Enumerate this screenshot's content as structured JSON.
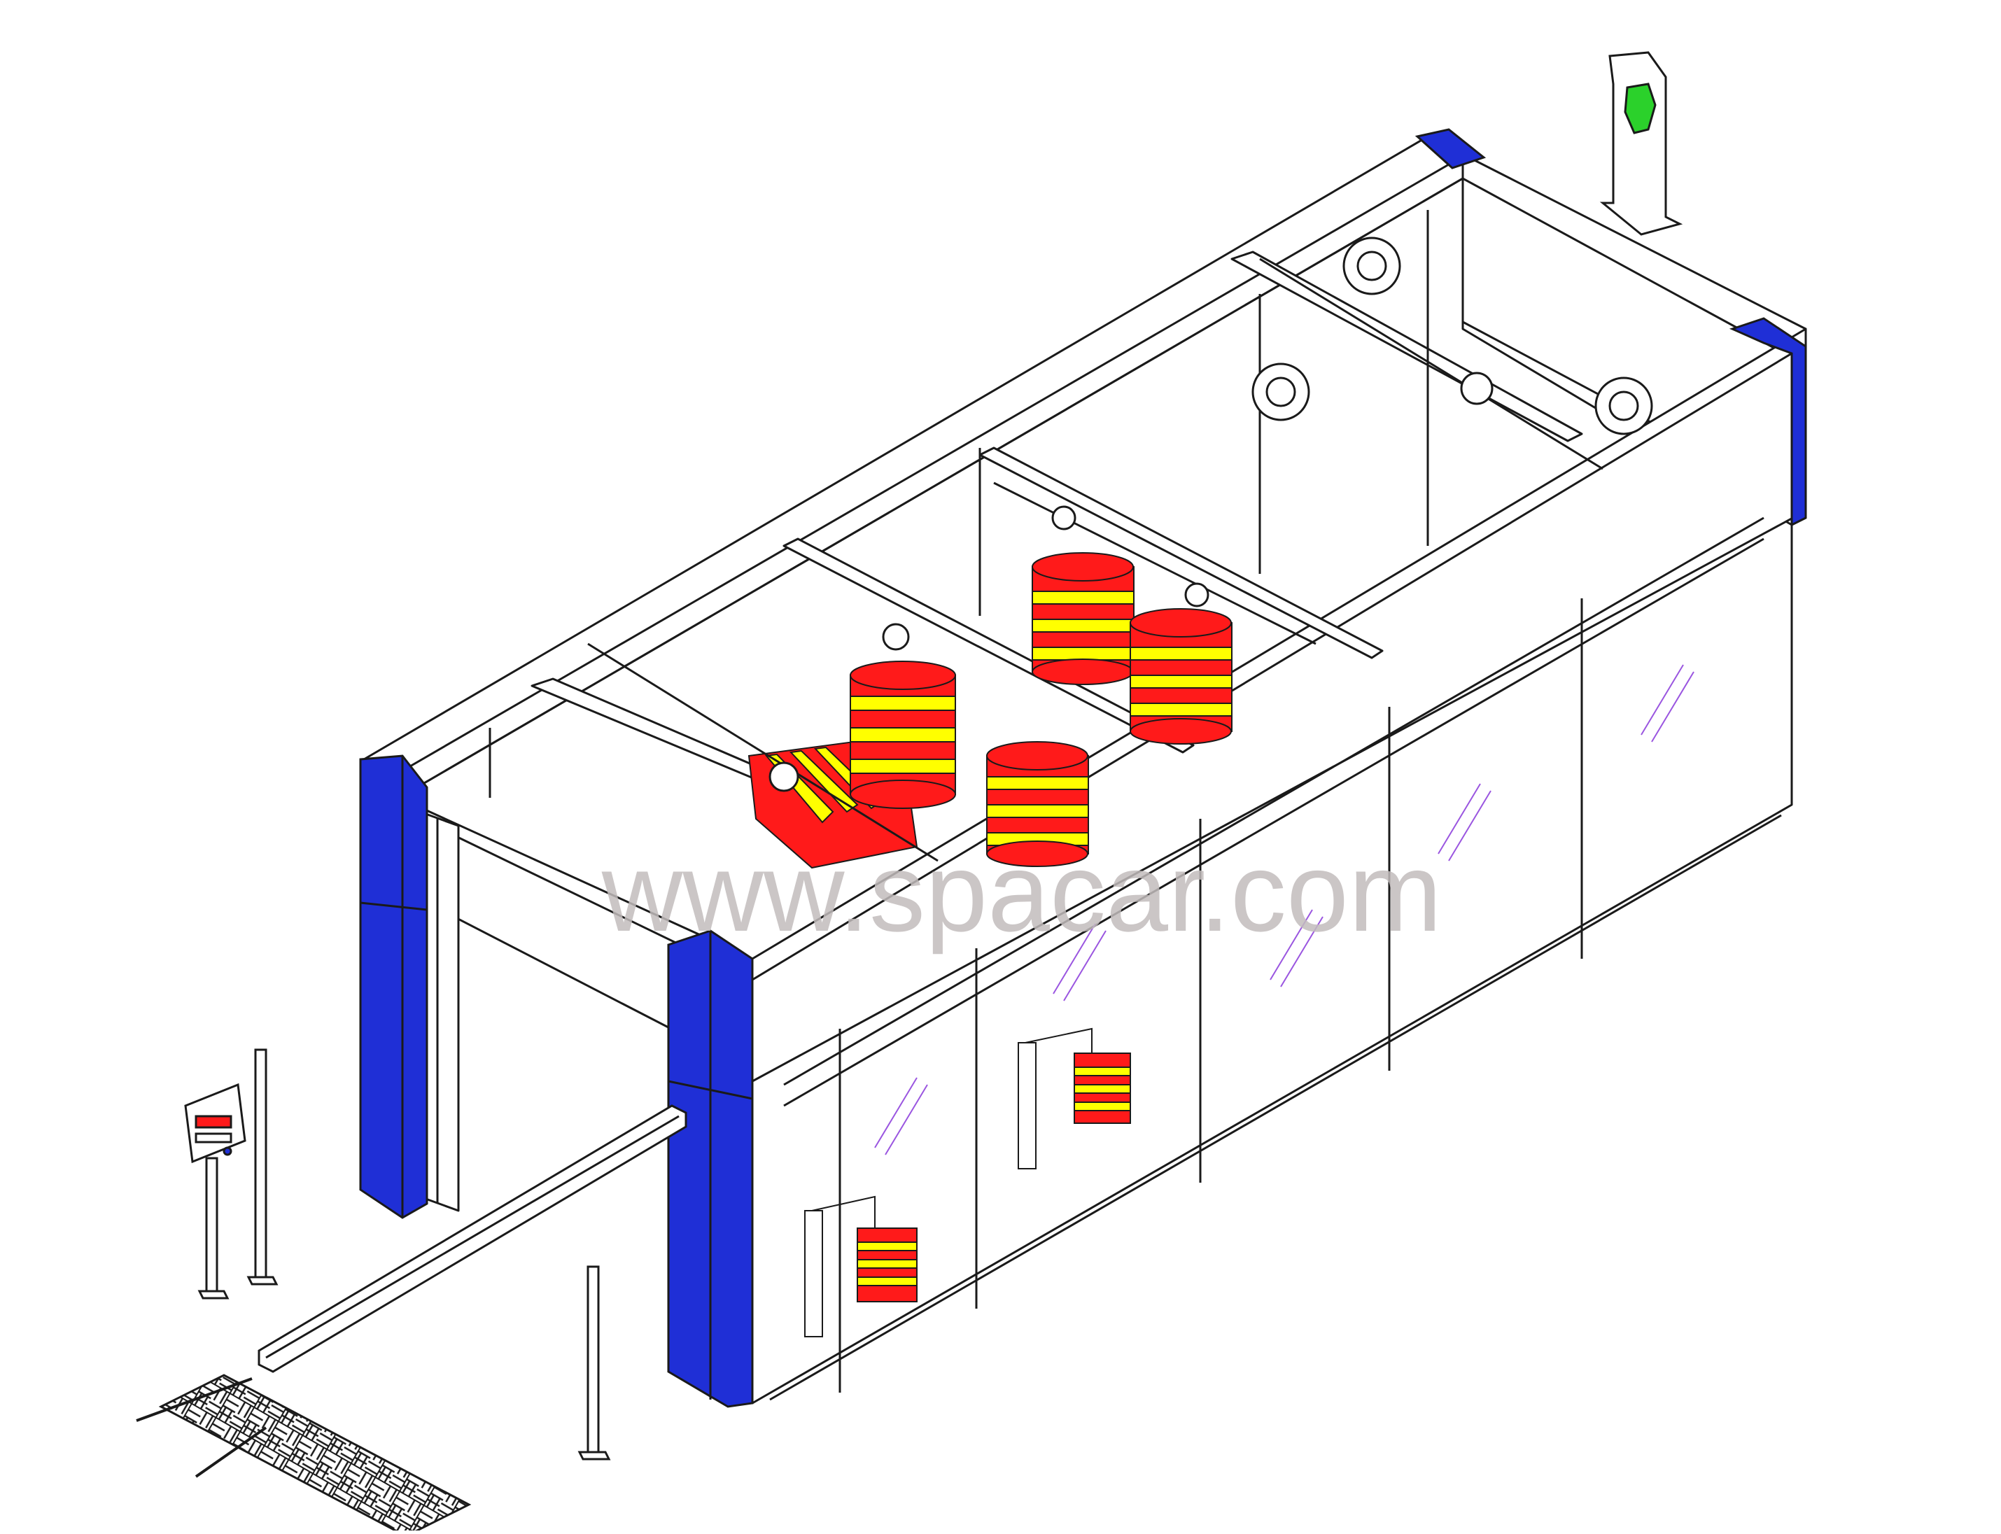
{
  "diagram": {
    "watermark": "www.spacar.com",
    "colors": {
      "background": "#ffffff",
      "line": "#1a1a1a",
      "frame_fill": "#ffffff",
      "blue_cap": "#1f2fd6",
      "brush_red": "#ff1a1a",
      "brush_yellow": "#ffff00",
      "glass_hatch": "#9a55e0",
      "watermark": "#c2bcbc",
      "grid_mat": "#1a1a1a",
      "sensor_green": "#2bd12b"
    },
    "components": [
      {
        "id": "gantry-frame",
        "icon": "truss-icon"
      },
      {
        "id": "top-brushes",
        "icon": "brush-icon"
      },
      {
        "id": "side-brushes",
        "icon": "brush-icon"
      },
      {
        "id": "glass-wall",
        "icon": "glass-panel-icon"
      },
      {
        "id": "control-box",
        "icon": "control-panel-icon"
      },
      {
        "id": "entry-mat",
        "icon": "grid-mat-icon"
      },
      {
        "id": "guide-rail",
        "icon": "rail-icon"
      },
      {
        "id": "traffic-signal",
        "icon": "signal-post-icon"
      }
    ]
  }
}
